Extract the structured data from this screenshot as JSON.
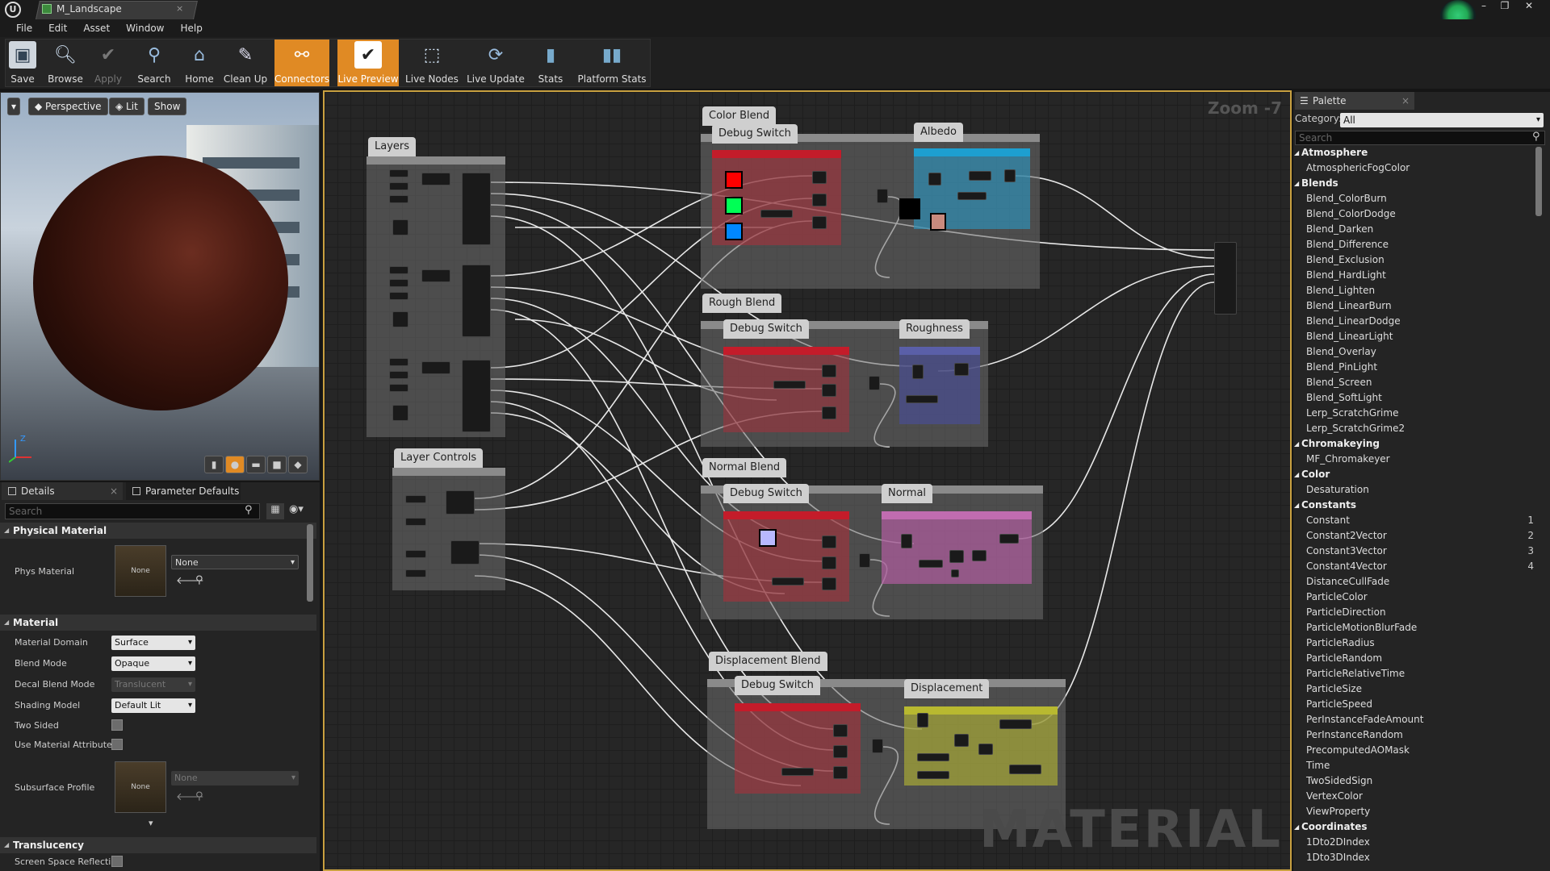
{
  "window": {
    "tab_title": "M_Landscape",
    "tab_close": "×",
    "logo": "U",
    "controls": [
      "–",
      "❐",
      "✕"
    ]
  },
  "menu": [
    "File",
    "Edit",
    "Asset",
    "Window",
    "Help"
  ],
  "toolbar": [
    {
      "label": "Save",
      "icon": "save-icon",
      "state": "normal"
    },
    {
      "label": "Browse",
      "icon": "browse-icon",
      "state": "normal"
    },
    {
      "label": "Apply",
      "icon": "apply-icon",
      "state": "disabled"
    },
    {
      "label": "Search",
      "icon": "search-icon",
      "state": "normal"
    },
    {
      "label": "Home",
      "icon": "home-icon",
      "state": "normal"
    },
    {
      "label": "Clean Up",
      "icon": "clean-up-icon",
      "state": "normal"
    },
    {
      "label": "Connectors",
      "icon": "connectors-icon",
      "state": "active"
    },
    {
      "label": "Live Preview",
      "icon": "live-preview-icon",
      "state": "active"
    },
    {
      "label": "Live Nodes",
      "icon": "live-nodes-icon",
      "state": "normal"
    },
    {
      "label": "Live Update",
      "icon": "live-update-icon",
      "state": "normal"
    },
    {
      "label": "Stats",
      "icon": "stats-icon",
      "state": "normal"
    },
    {
      "label": "Platform Stats",
      "icon": "platform-stats-icon",
      "state": "normal"
    }
  ],
  "viewport": {
    "perspective": "Perspective",
    "lit": "Lit",
    "show": "Show",
    "axis_z": "Z"
  },
  "details": {
    "tab1": "Details",
    "tab2": "Parameter Defaults",
    "search_placeholder": "Search",
    "sections": {
      "physical": "Physical Material",
      "material": "Material",
      "translucency": "Translucency"
    },
    "props": {
      "phys_material": "Phys Material",
      "phys_value": "None",
      "thumb_none": "None",
      "material_domain": "Material Domain",
      "material_domain_val": "Surface",
      "blend_mode": "Blend Mode",
      "blend_mode_val": "Opaque",
      "decal_blend_mode": "Decal Blend Mode",
      "decal_blend_mode_val": "Translucent",
      "shading_model": "Shading Model",
      "shading_model_val": "Default Lit",
      "two_sided": "Two Sided",
      "use_material_attributes": "Use Material Attributes",
      "subsurface_profile": "Subsurface Profile",
      "subsurface_value": "None",
      "screen_space": "Screen Space Reflectio"
    }
  },
  "graph": {
    "zoom": "Zoom -7",
    "watermark": "MATERIAL",
    "comments": {
      "layers": "Layers",
      "layer_controls": "Layer Controls",
      "color_blend": "Color Blend",
      "rough_blend": "Rough Blend",
      "normal_blend": "Normal Blend",
      "displacement_blend": "Displacement Blend",
      "debug_switch": "Debug Switch",
      "albedo": "Albedo",
      "roughness": "Roughness",
      "normal": "Normal",
      "displacement": "Displacement"
    },
    "colors": {
      "debug": "#a8323c",
      "albedo": "#2f8fb5",
      "roughness": "#4a4e8a",
      "normal": "#b05ca0",
      "displacement": "#a7a836"
    }
  },
  "palette": {
    "tab": "Palette",
    "category_label": "Category:",
    "category_value": "All",
    "search_placeholder": "Search",
    "items": [
      {
        "t": "Atmosphere",
        "cat": true
      },
      {
        "t": "AtmosphericFogColor"
      },
      {
        "t": "Blends",
        "cat": true
      },
      {
        "t": "Blend_ColorBurn"
      },
      {
        "t": "Blend_ColorDodge"
      },
      {
        "t": "Blend_Darken"
      },
      {
        "t": "Blend_Difference"
      },
      {
        "t": "Blend_Exclusion"
      },
      {
        "t": "Blend_HardLight"
      },
      {
        "t": "Blend_Lighten"
      },
      {
        "t": "Blend_LinearBurn"
      },
      {
        "t": "Blend_LinearDodge"
      },
      {
        "t": "Blend_LinearLight"
      },
      {
        "t": "Blend_Overlay"
      },
      {
        "t": "Blend_PinLight"
      },
      {
        "t": "Blend_Screen"
      },
      {
        "t": "Blend_SoftLight"
      },
      {
        "t": "Lerp_ScratchGrime"
      },
      {
        "t": "Lerp_ScratchGrime2"
      },
      {
        "t": "Chromakeying",
        "cat": true
      },
      {
        "t": "MF_Chromakeyer"
      },
      {
        "t": "Color",
        "cat": true
      },
      {
        "t": "Desaturation"
      },
      {
        "t": "Constants",
        "cat": true
      },
      {
        "t": "Constant",
        "hk": "1"
      },
      {
        "t": "Constant2Vector",
        "hk": "2"
      },
      {
        "t": "Constant3Vector",
        "hk": "3"
      },
      {
        "t": "Constant4Vector",
        "hk": "4"
      },
      {
        "t": "DistanceCullFade"
      },
      {
        "t": "ParticleColor"
      },
      {
        "t": "ParticleDirection"
      },
      {
        "t": "ParticleMotionBlurFade"
      },
      {
        "t": "ParticleRadius"
      },
      {
        "t": "ParticleRandom"
      },
      {
        "t": "ParticleRelativeTime"
      },
      {
        "t": "ParticleSize"
      },
      {
        "t": "ParticleSpeed"
      },
      {
        "t": "PerInstanceFadeAmount"
      },
      {
        "t": "PerInstanceRandom"
      },
      {
        "t": "PrecomputedAOMask"
      },
      {
        "t": "Time"
      },
      {
        "t": "TwoSidedSign"
      },
      {
        "t": "VertexColor"
      },
      {
        "t": "ViewProperty"
      },
      {
        "t": "Coordinates",
        "cat": true
      },
      {
        "t": "1Dto2DIndex"
      },
      {
        "t": "1Dto3DIndex"
      }
    ]
  }
}
